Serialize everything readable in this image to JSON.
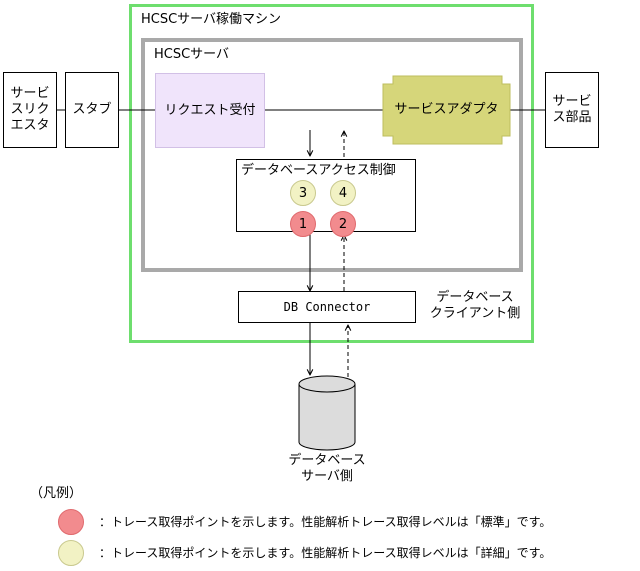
{
  "machine": {
    "title": "HCSCサーバ稼働マシン",
    "border_color": "#6ede6e"
  },
  "server": {
    "title": "HCSCサーバ",
    "border_color": "#a9a9a9"
  },
  "service_requester": {
    "label": "サービ\nスリク\nエスタ"
  },
  "stub": {
    "label": "スタブ"
  },
  "request_reception": {
    "label": "リクエスト受付",
    "color": "#f0e4fb"
  },
  "service_adapter": {
    "label": "サービスアダプタ",
    "color": "#d6d67a"
  },
  "service_part": {
    "label": "サービ\nス部品"
  },
  "db_access_control": {
    "label": "データベースアクセス制御",
    "points": {
      "p1": "1",
      "p2": "2",
      "p3": "3",
      "p4": "4"
    }
  },
  "db_connector": {
    "label": "DB Connector"
  },
  "db_client_side": {
    "label": "データベース\nクライアント側"
  },
  "db_server": {
    "label": "データベース\nサーバ側"
  },
  "legend": {
    "title": "（凡例）",
    "standard_text": "：トレース取得ポイントを示します。性能解析トレース取得レベルは「標準」です。",
    "detail_text": "：トレース取得ポイントを示します。性能解析トレース取得レベルは「詳細」です。",
    "standard_color": "#f28b8e",
    "detail_color": "#f2f2c4"
  }
}
